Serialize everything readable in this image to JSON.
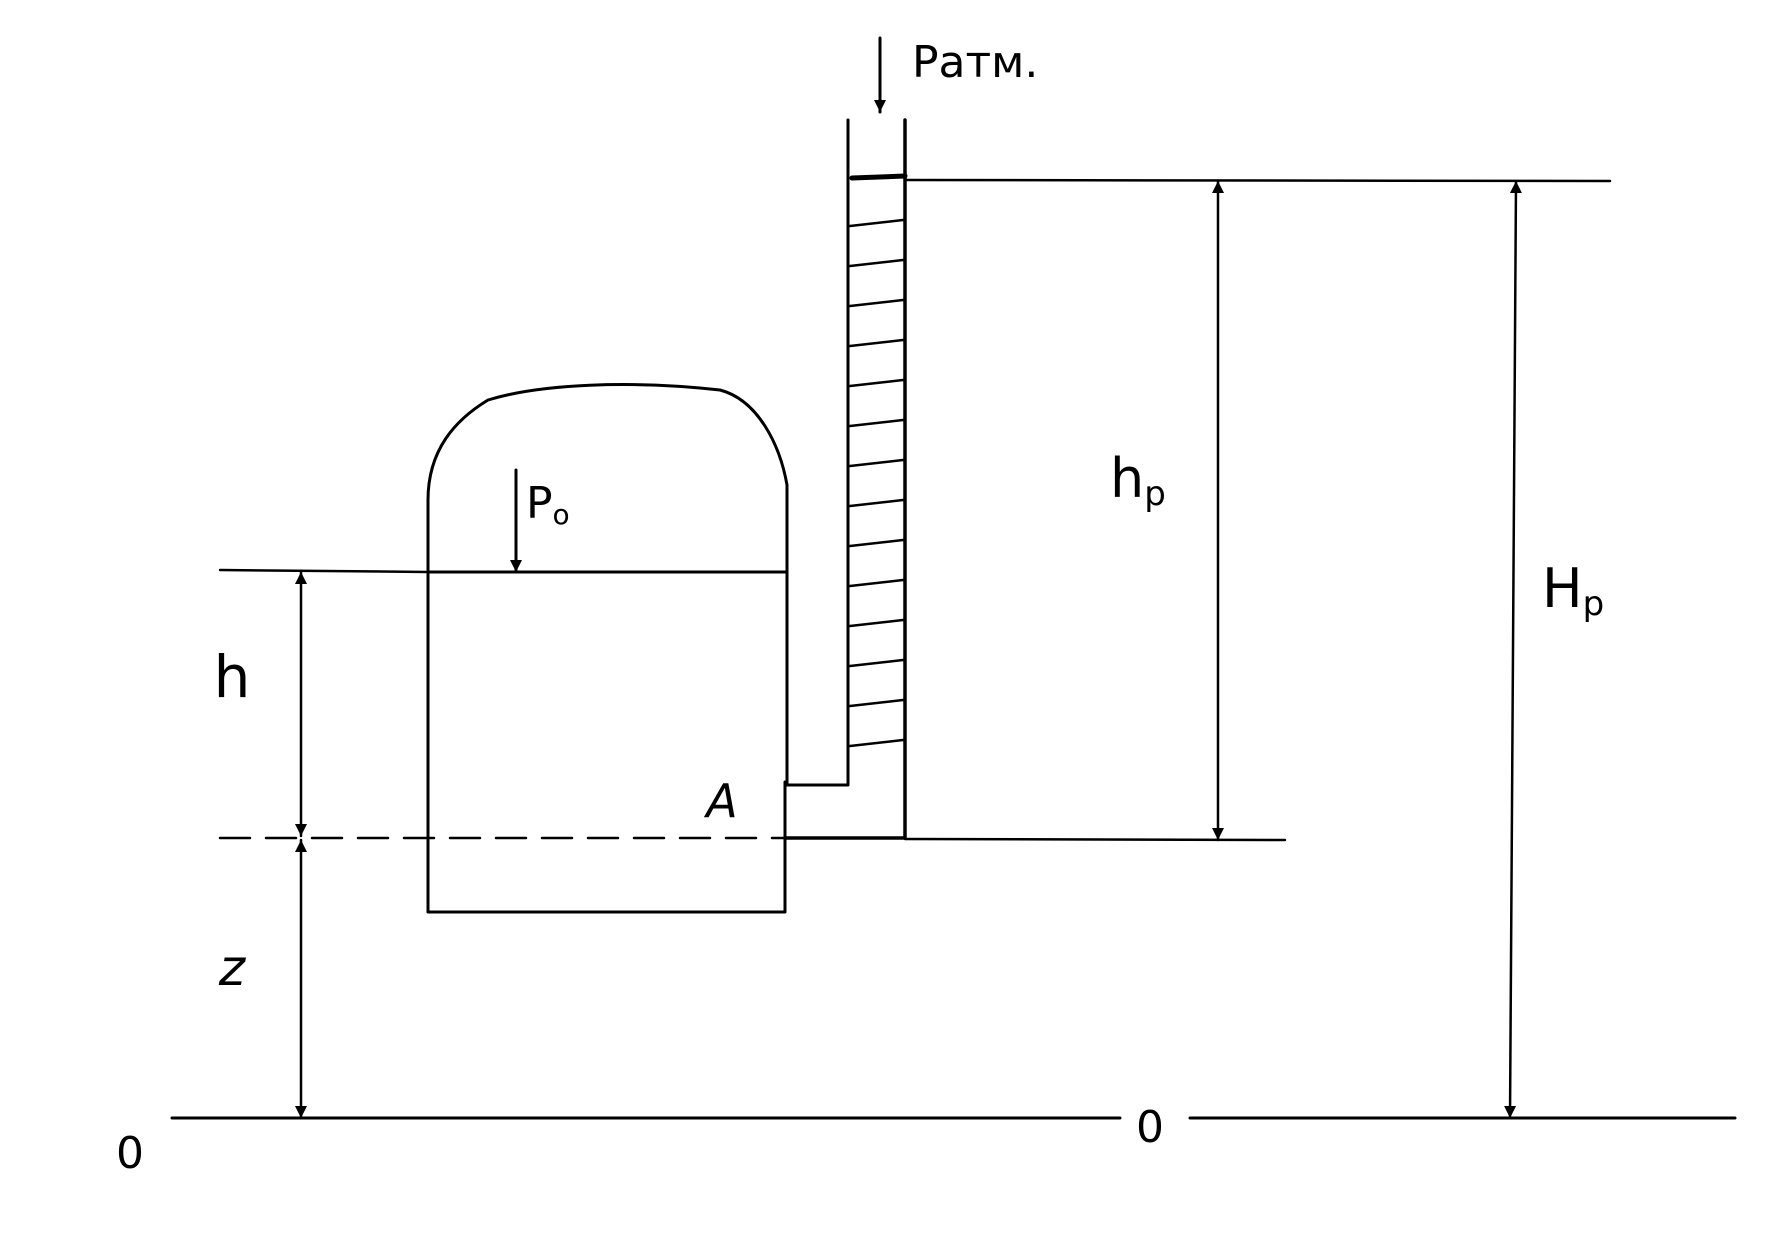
{
  "labels": {
    "p_atm": "Pатм.",
    "p0": "P",
    "p0_sub": "o",
    "h": "h",
    "z": "z",
    "a": "A",
    "hp": "h",
    "hp_sub": "p",
    "Hp": "H",
    "Hp_sub": "p",
    "datum_left": "0",
    "datum_mid": "0"
  }
}
